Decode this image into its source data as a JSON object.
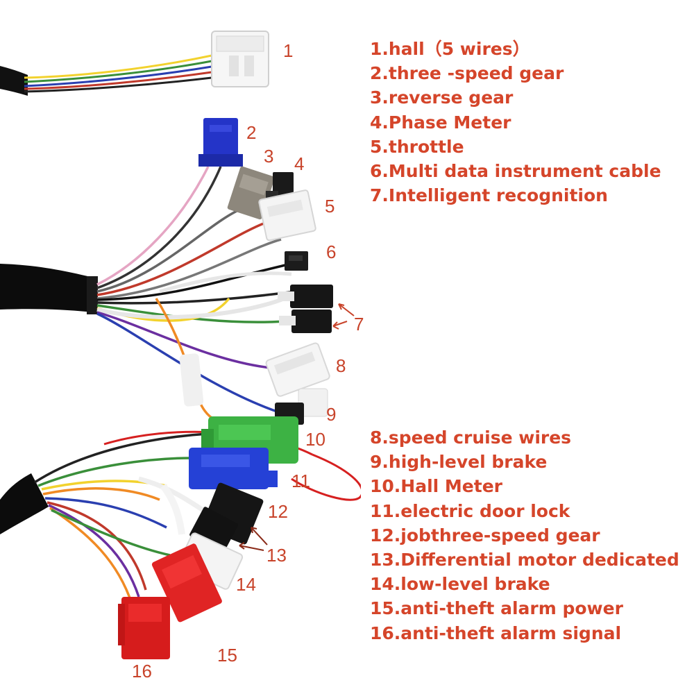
{
  "colors": {
    "label": "#d5452a",
    "number": "#c8432a"
  },
  "legend_top": [
    "1.hall（5 wires）",
    "2.three -speed gear",
    "3.reverse gear",
    "4.Phase Meter",
    "5.throttle",
    "6.Multi data instrument cable",
    "7.Intelligent recognition"
  ],
  "legend_bottom": [
    "8.speed cruise wires",
    "9.high-level brake",
    "10.Hall Meter",
    "11.electric door lock",
    "12.jobthree-speed gear",
    "13.Differential motor dedicated",
    "14.low-level brake",
    "15.anti-theft alarm power",
    "16.anti-theft alarm signal"
  ],
  "callouts": [
    "1",
    "2",
    "3",
    "4",
    "5",
    "6",
    "7",
    "8",
    "9",
    "10",
    "11",
    "12",
    "13",
    "14",
    "15",
    "16"
  ],
  "photo_illustration": "wiring-harness-connectors"
}
